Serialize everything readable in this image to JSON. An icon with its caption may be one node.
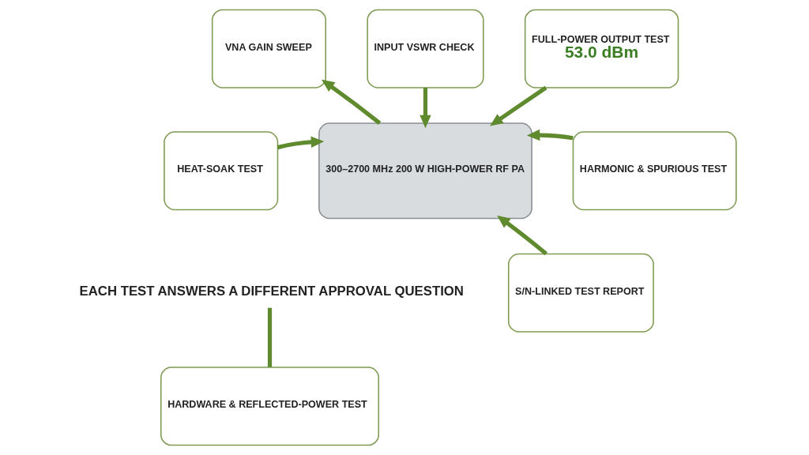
{
  "diagram": {
    "nodes": [
      {
        "text": [
          "300–2700 MHz 200 W HIGH-POWER RF PA"
        ]
      },
      {
        "text": [
          "INPUT VSWR CHECK"
        ]
      },
      {
        "text": [
          "VNA GAIN SWEEP"
        ]
      },
      {
        "text": [
          "FULL-POWER OUTPUT TEST",
          "53.0 dBm"
        ]
      },
      {
        "text": [
          "HARMONIC & SPURIOUS TEST"
        ]
      },
      {
        "text": [
          "HEAT-SOAK TEST"
        ]
      },
      {
        "text": [
          "EACH TEST ANSWERS A DIFFERENT APPROVAL QUESTION"
        ]
      },
      {
        "text": [
          "HARDWARE & REFLECTED-POWER TEST"
        ]
      },
      {
        "text": [
          "S/N-LINKED TEST REPORT"
        ]
      }
    ],
    "edges": [
      {
        "from": 1,
        "to": 0,
        "arrow": "to"
      },
      {
        "from": 0,
        "to": 2,
        "arrow": "to"
      },
      {
        "from": 3,
        "to": 0,
        "arrow": "to"
      },
      {
        "from": 4,
        "to": 0,
        "arrow": "to"
      },
      {
        "from": 5,
        "to": 0,
        "arrow": "to"
      },
      {
        "from": 8,
        "to": 0,
        "arrow": "to"
      },
      {
        "from": 6,
        "to": 7,
        "arrow": "none"
      }
    ]
  }
}
